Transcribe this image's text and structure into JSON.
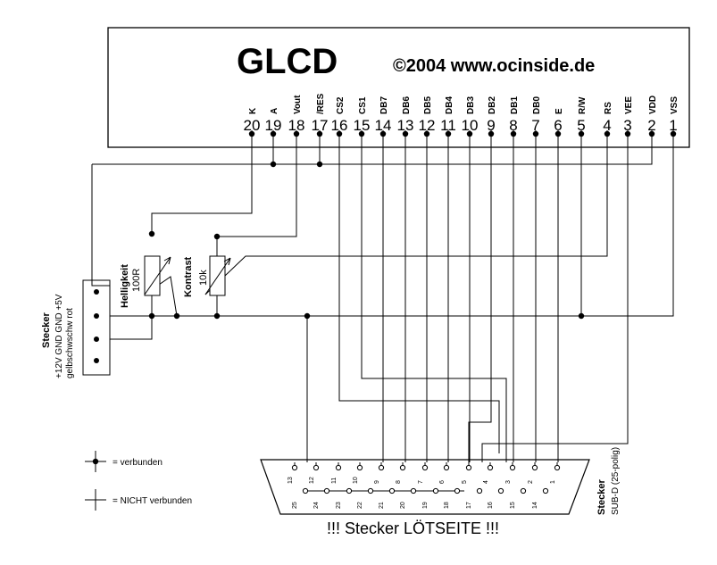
{
  "lcd": {
    "title": "GLCD",
    "copyright": "©2004 www.ocinside.de",
    "pins": [
      {
        "num": "20",
        "label": "K"
      },
      {
        "num": "19",
        "label": "A"
      },
      {
        "num": "18",
        "label": "Vout"
      },
      {
        "num": "17",
        "label": "/RES"
      },
      {
        "num": "16",
        "label": "CS2"
      },
      {
        "num": "15",
        "label": "CS1"
      },
      {
        "num": "14",
        "label": "DB7"
      },
      {
        "num": "13",
        "label": "DB6"
      },
      {
        "num": "12",
        "label": "DB5"
      },
      {
        "num": "11",
        "label": "DB4"
      },
      {
        "num": "10",
        "label": "DB3"
      },
      {
        "num": "9",
        "label": "DB2"
      },
      {
        "num": "8",
        "label": "DB1"
      },
      {
        "num": "7",
        "label": "DB0"
      },
      {
        "num": "6",
        "label": "E"
      },
      {
        "num": "5",
        "label": "R/W"
      },
      {
        "num": "4",
        "label": "RS"
      },
      {
        "num": "3",
        "label": "VEE"
      },
      {
        "num": "2",
        "label": "VDD"
      },
      {
        "num": "1",
        "label": "VSS"
      }
    ]
  },
  "power_connector": {
    "title": "Stecker",
    "pins_label": "+12V  GND GND  +5V",
    "colors_label": "gelbschwschw rot"
  },
  "pot_brightness": {
    "name": "Helligkeit",
    "value": "100R"
  },
  "pot_contrast": {
    "name": "Kontrast",
    "value": "10k"
  },
  "subd": {
    "title": "Stecker",
    "subtitle": "SUB-D (25-polig)",
    "row_top": [
      "13",
      "12",
      "11",
      "10",
      "9",
      "8",
      "7",
      "6",
      "5",
      "4",
      "3",
      "2",
      "1"
    ],
    "row_bottom": [
      "25",
      "24",
      "23",
      "22",
      "21",
      "20",
      "19",
      "18",
      "17",
      "16",
      "15",
      "14"
    ],
    "footer": "!!! Stecker LÖTSEITE !!!"
  },
  "legend": {
    "connected": "= verbunden",
    "not_connected": "= NICHT verbunden"
  }
}
